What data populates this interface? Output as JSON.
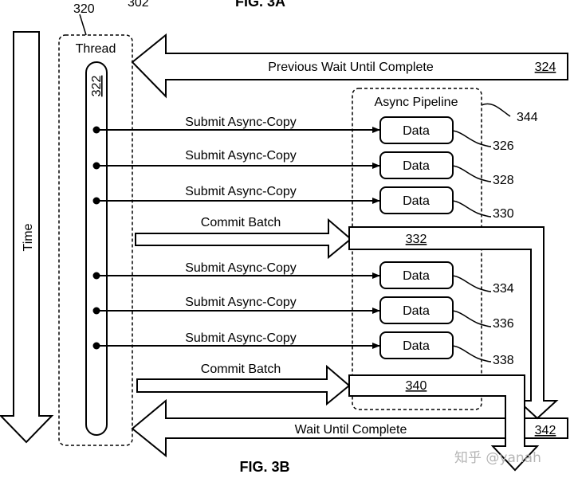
{
  "figure": {
    "caption_top": "FIG. 3A",
    "caption_bottom": "FIG. 3B",
    "ref_top_left": "320",
    "ref_top_mid": "302"
  },
  "time_arrow": {
    "label": "Time"
  },
  "thread": {
    "label": "Thread",
    "ref": "322"
  },
  "previous_wait": {
    "label": "Previous Wait Until Complete",
    "ref": "324"
  },
  "async_pipeline": {
    "label": "Async Pipeline",
    "ref": "344"
  },
  "submits": [
    {
      "label": "Submit Async-Copy",
      "data_label": "Data",
      "ref": "326"
    },
    {
      "label": "Submit Async-Copy",
      "data_label": "Data",
      "ref": "328"
    },
    {
      "label": "Submit Async-Copy",
      "data_label": "Data",
      "ref": "330"
    },
    {
      "label": "Submit Async-Copy",
      "data_label": "Data",
      "ref": "334"
    },
    {
      "label": "Submit Async-Copy",
      "data_label": "Data",
      "ref": "336"
    },
    {
      "label": "Submit Async-Copy",
      "data_label": "Data",
      "ref": "338"
    }
  ],
  "commits": [
    {
      "label": "Commit Batch",
      "ref": "332"
    },
    {
      "label": "Commit Batch",
      "ref": "340"
    }
  ],
  "wait_complete": {
    "label": "Wait Until Complete",
    "ref": "342"
  },
  "watermark": {
    "text": "知乎 @yanah"
  }
}
